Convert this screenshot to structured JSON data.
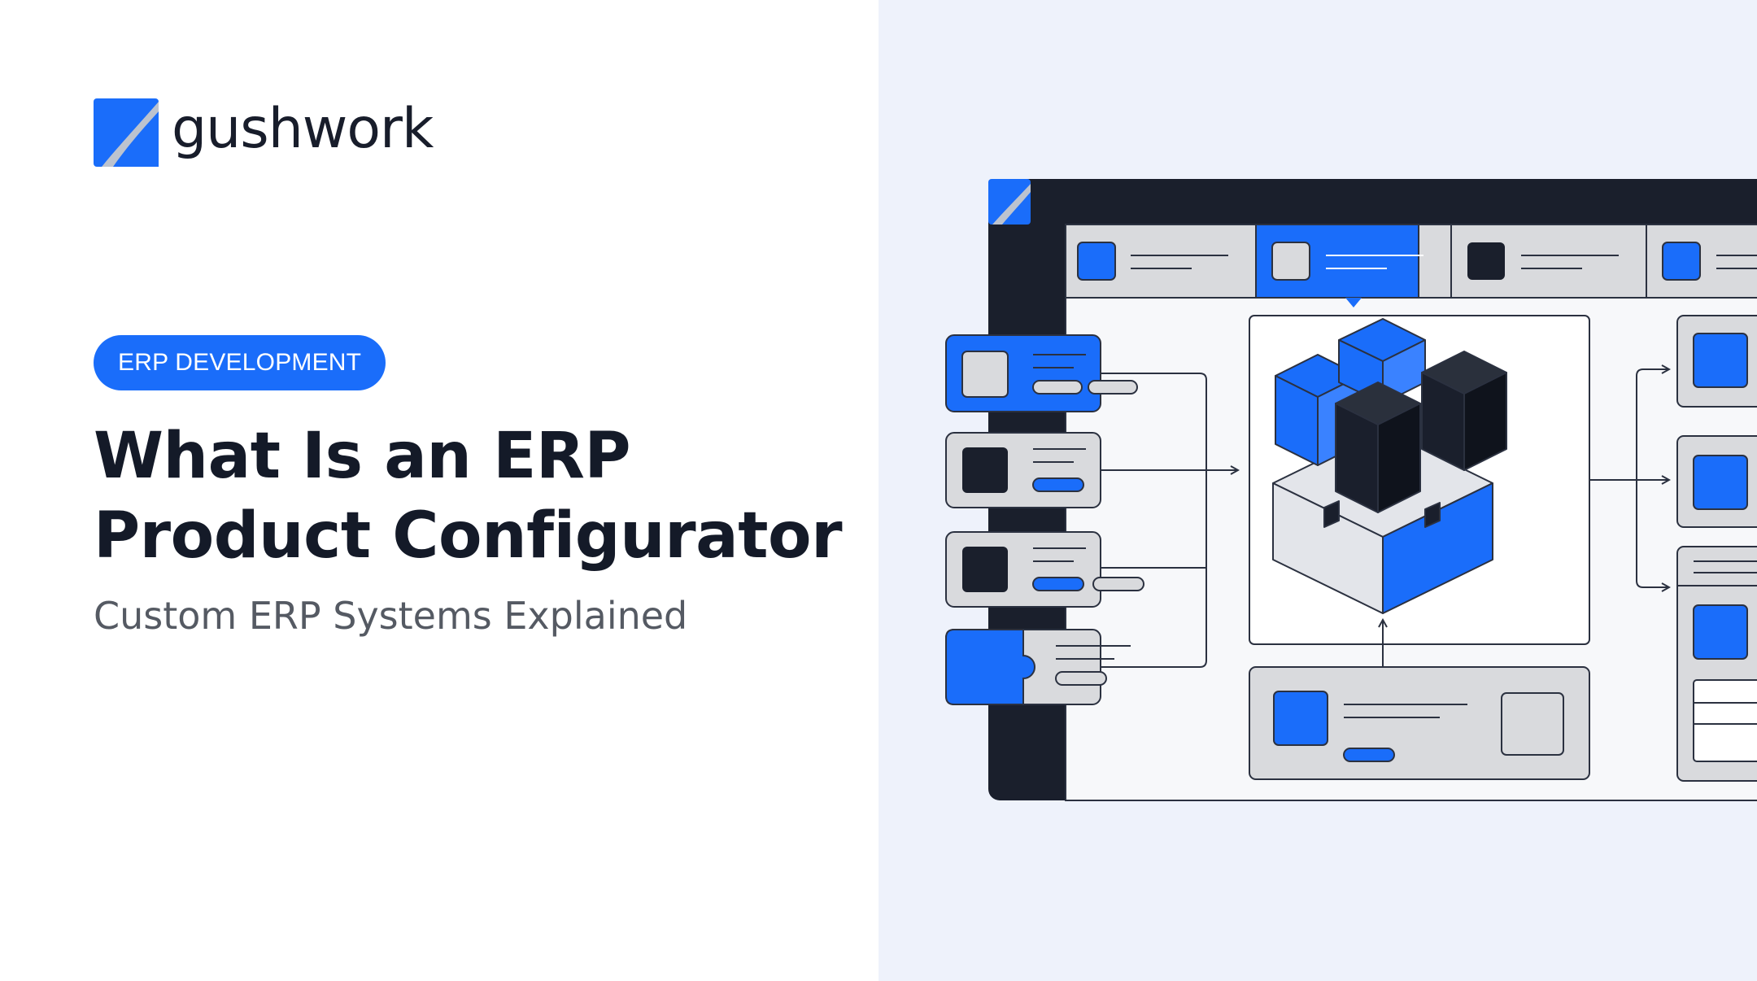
{
  "brand": {
    "name": "gushwork",
    "logo_icon": "gushwork-logo-icon"
  },
  "badge": {
    "label": "ERP DEVELOPMENT"
  },
  "title": {
    "line1": "What Is an ERP",
    "line2": "Product Configurator"
  },
  "subtitle": "Custom ERP Systems Explained",
  "colors": {
    "accent": "#1a6dfa",
    "dark": "#1a1f2c",
    "panel_gray": "#d9dadd",
    "right_background": "#eef2fb",
    "text_primary": "#141a28",
    "text_secondary": "#555a63"
  },
  "illustration": {
    "subject": "erp-configurator-dashboard",
    "icons": [
      "app-window-icon",
      "component-card-icon",
      "cube-assembly-icon",
      "connector-arrow-icon"
    ]
  }
}
